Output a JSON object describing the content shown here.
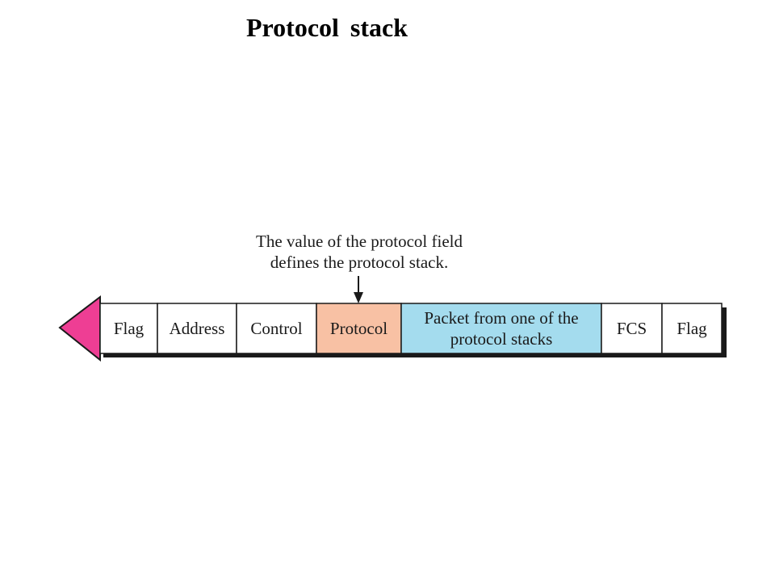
{
  "title": "Protocol stack",
  "annotation": {
    "line1": "The value of the protocol field",
    "line2": "defines the protocol stack."
  },
  "colors": {
    "arrowhead": "#ee3e94",
    "protocol_field": "#f8c1a4",
    "packet_field": "#a4dcee",
    "plain_field": "#ffffff",
    "border": "#1a1a1a"
  },
  "frame_fields": [
    {
      "key": "flag-start",
      "lines": [
        "Flag"
      ],
      "color": "plain"
    },
    {
      "key": "address",
      "lines": [
        "Address"
      ],
      "color": "plain"
    },
    {
      "key": "control",
      "lines": [
        "Control"
      ],
      "color": "plain"
    },
    {
      "key": "protocol",
      "lines": [
        "Protocol"
      ],
      "color": "protocol"
    },
    {
      "key": "packet",
      "lines": [
        "Packet from one of the",
        "protocol stacks"
      ],
      "color": "packet"
    },
    {
      "key": "fcs",
      "lines": [
        "FCS"
      ],
      "color": "plain"
    },
    {
      "key": "flag-end",
      "lines": [
        "Flag"
      ],
      "color": "plain"
    }
  ],
  "direction_icon": "left-arrowhead-icon"
}
